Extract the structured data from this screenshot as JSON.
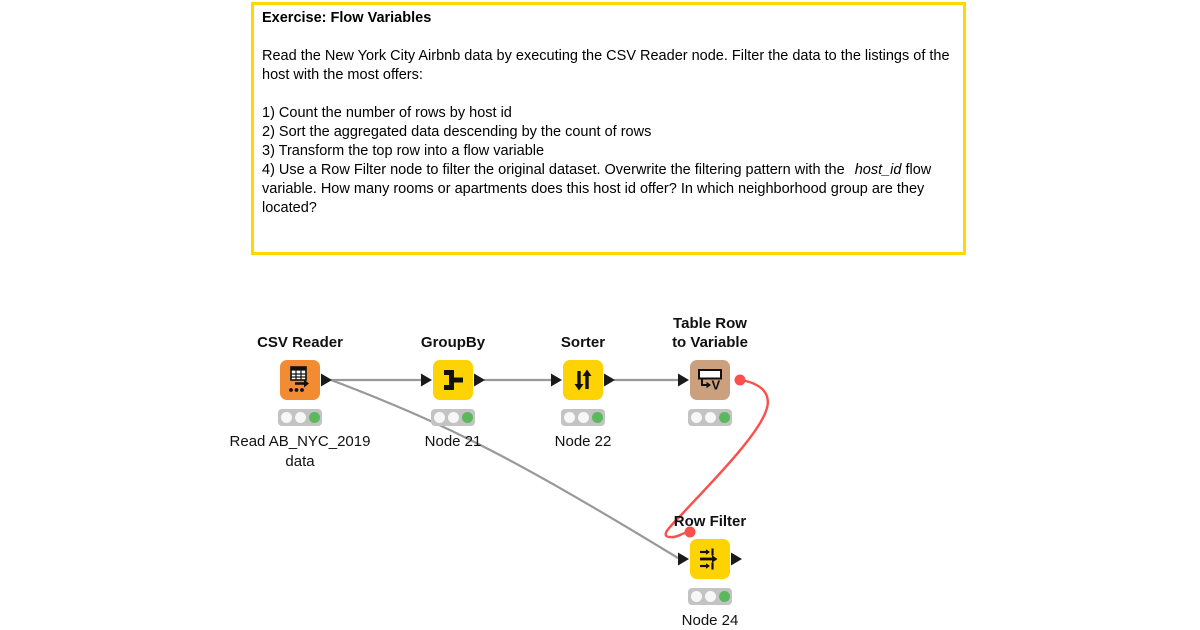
{
  "annotation": {
    "title": "Exercise: Flow Variables",
    "intro": "Read the New York City Airbnb data by executing the CSV Reader node. Filter the data to the listings of the host with the most offers:",
    "steps": [
      "1) Count the number of rows by host id",
      "2) Sort the aggregated data descending by the count of rows",
      "3) Transform the top row into a flow variable"
    ],
    "step4_before": "4) Use a Row Filter node to filter the original dataset. Overwrite the filtering pattern with the",
    "step4_italic": "host_id",
    "step4_after": "flow variable. How many rooms or apartments does this host id offer? In which neighborhood group are they located?",
    "border_color": "#FFD800"
  },
  "workflow": {
    "nodes": {
      "csv_reader": {
        "name": "CSV Reader",
        "sublabel": "Read AB_NYC_2019 data",
        "color": "#F28C32",
        "icon": "table-with-arrow-icon",
        "status": "executed"
      },
      "groupby": {
        "name": "GroupBy",
        "sublabel": "Node 21",
        "color": "#FDD303",
        "icon": "groupby-merge-icon",
        "status": "executed"
      },
      "sorter": {
        "name": "Sorter",
        "sublabel": "Node 22",
        "color": "#FDD303",
        "icon": "sort-arrows-icon",
        "status": "executed"
      },
      "table_row_to_variable": {
        "name": "Table Row to Variable",
        "sublabel": "",
        "color": "#CBA07E",
        "icon": "table-row-to-variable-icon",
        "status": "executed"
      },
      "row_filter": {
        "name": "Row Filter",
        "sublabel": "Node 24",
        "color": "#FDD303",
        "icon": "row-filter-arrows-icon",
        "status": "executed"
      }
    },
    "colors": {
      "data_connection": "#999999",
      "flow_variable_connection": "#F8504C",
      "data_port": "#1A1A1A",
      "flow_variable_port": "#F8504C",
      "traffic_light_background": "#C3C3C3",
      "traffic_light_inactive": "#F7F7F7",
      "traffic_light_green": "#5CB85C"
    }
  }
}
